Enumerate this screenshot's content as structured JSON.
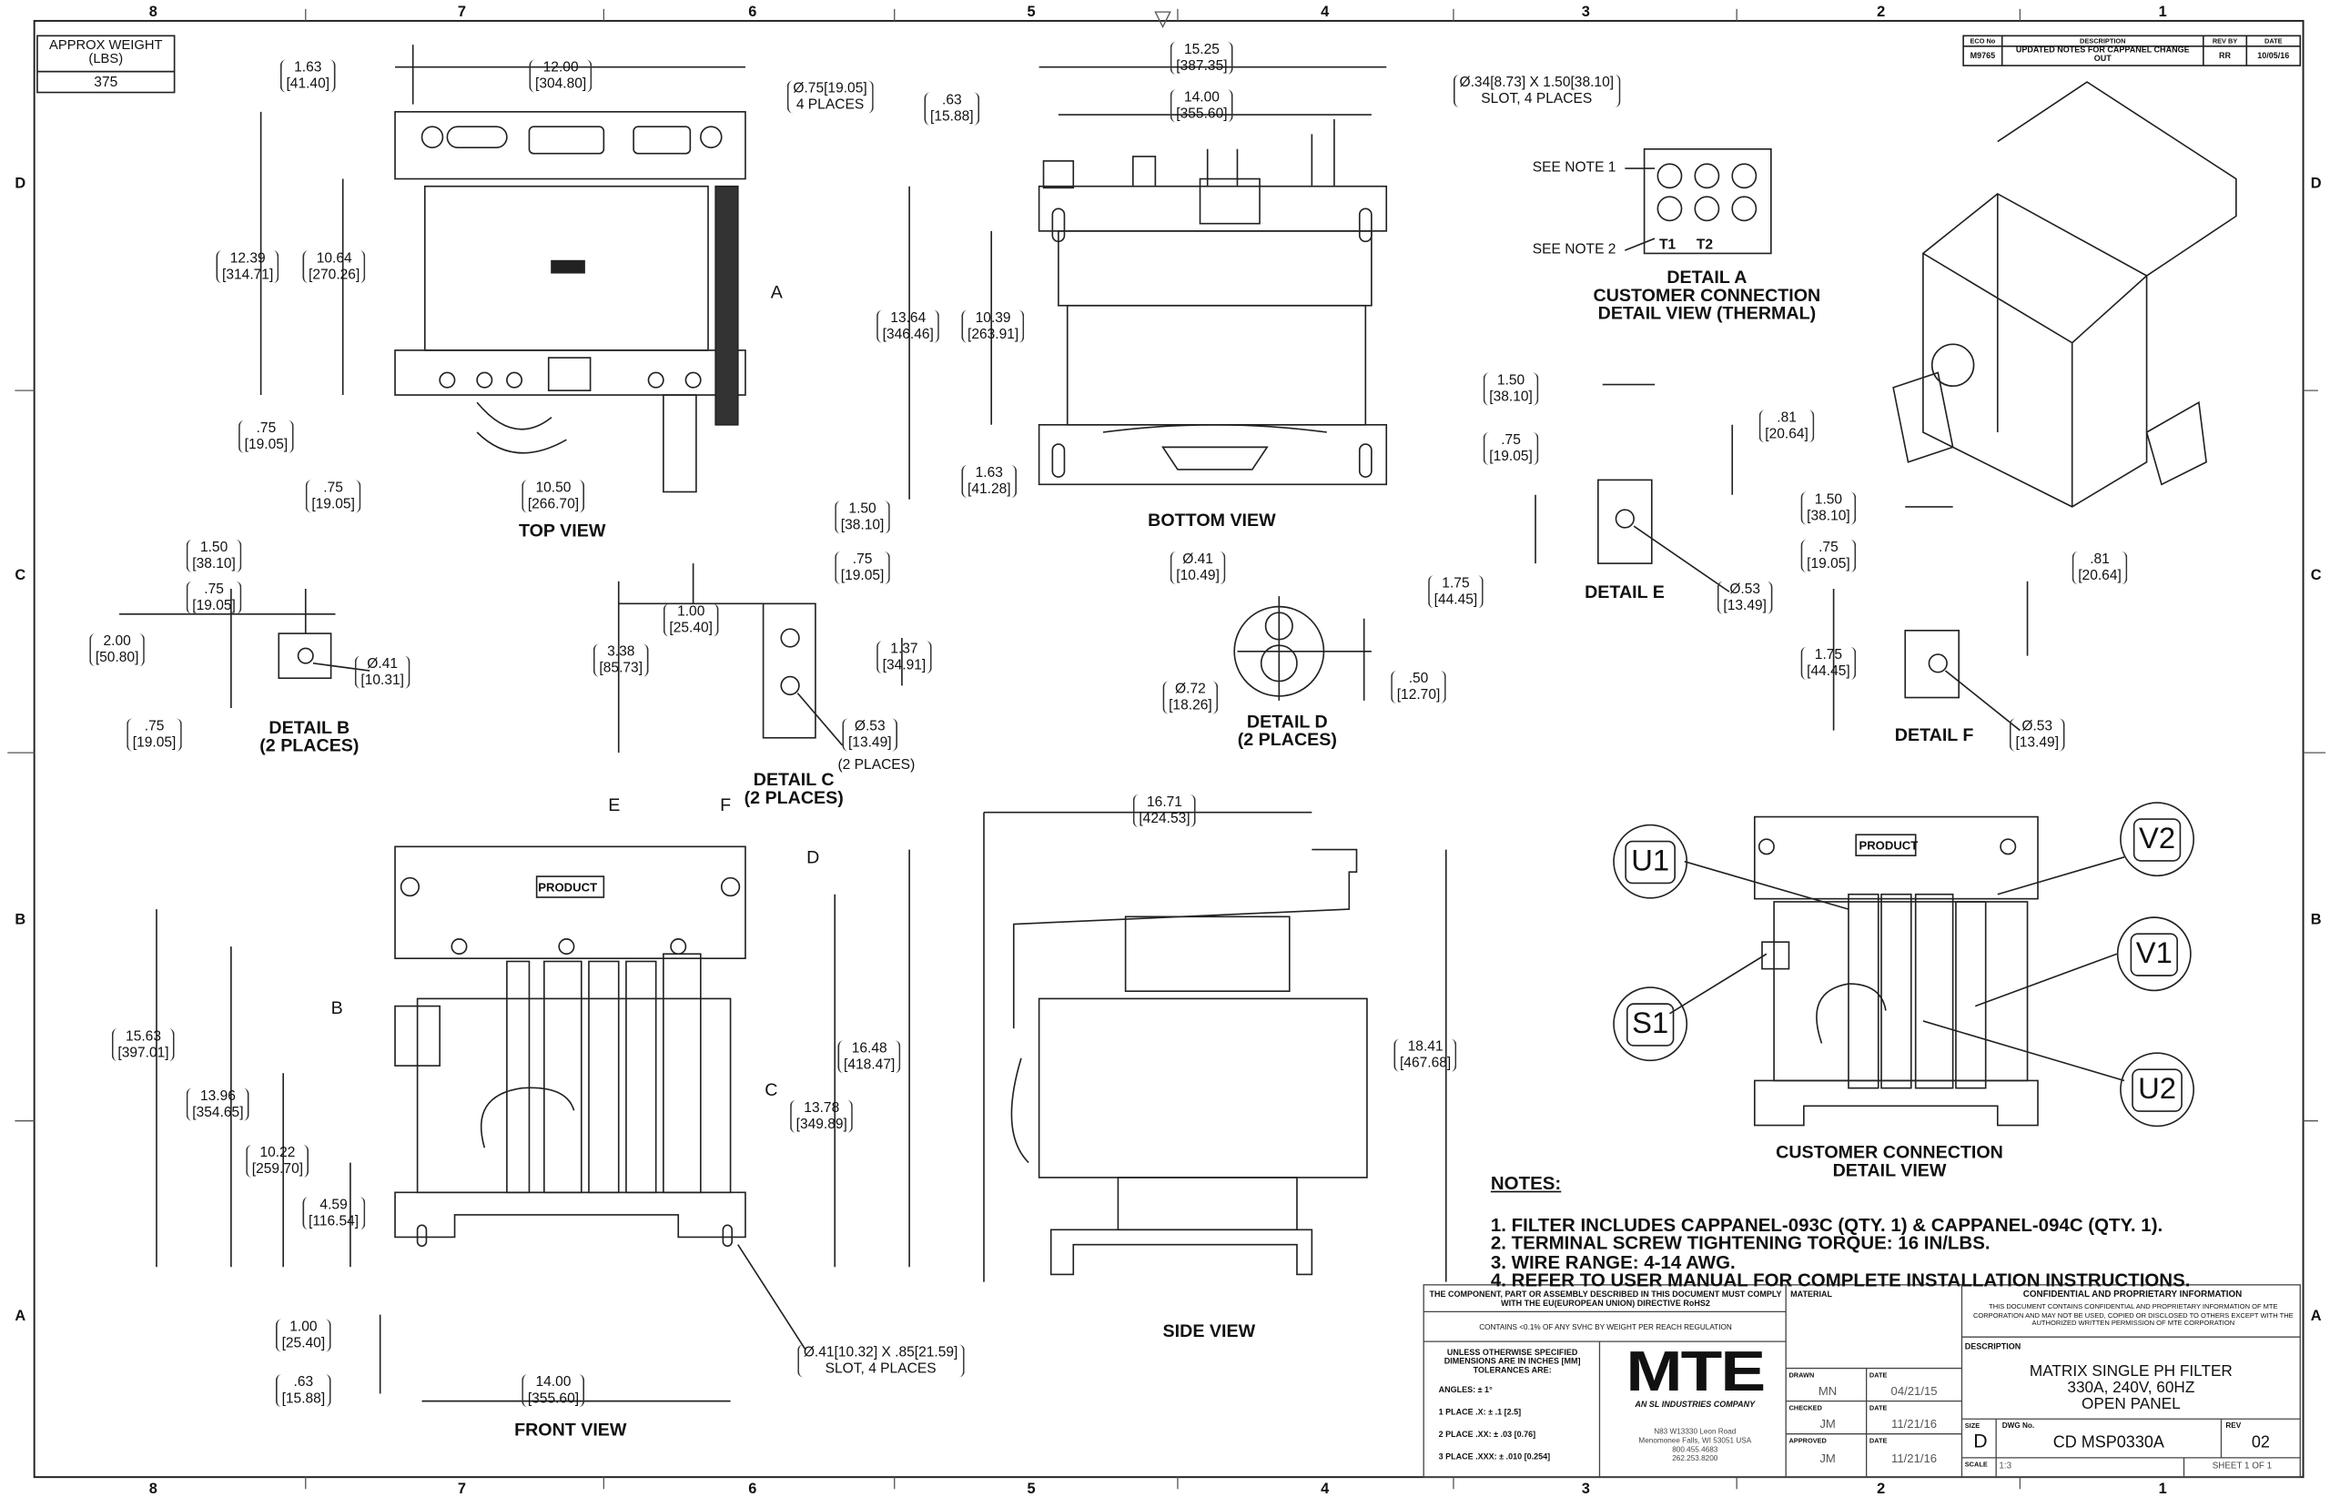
{
  "zones": {
    "columns": [
      "8",
      "7",
      "6",
      "5",
      "4",
      "3",
      "2",
      "1"
    ],
    "rows": [
      "D",
      "C",
      "B",
      "A"
    ]
  },
  "weight": {
    "label": "APPROX WEIGHT (LBS)",
    "value": "375"
  },
  "revision": {
    "headers": [
      "ECO No",
      "DESCRIPTION",
      "REV BY",
      "DATE"
    ],
    "row": [
      "M9765",
      "UPDATED NOTES FOR CAPPANEL CHANGE OUT",
      "RR",
      "10/05/16"
    ]
  },
  "views": {
    "top": "TOP VIEW",
    "bottom": "BOTTOM VIEW",
    "front": "FRONT VIEW",
    "side": "SIDE VIEW",
    "detail_a": [
      "DETAIL A",
      "CUSTOMER CONNECTION",
      "DETAIL VIEW (THERMAL)"
    ],
    "detail_b": [
      "DETAIL B",
      "(2 PLACES)"
    ],
    "detail_c": [
      "DETAIL C",
      "(2 PLACES)"
    ],
    "detail_d": [
      "DETAIL D",
      "(2 PLACES)"
    ],
    "detail_e": "DETAIL E",
    "detail_f": "DETAIL F",
    "customer": [
      "CUSTOMER CONNECTION",
      "DETAIL VIEW"
    ]
  },
  "callouts": {
    "see_note_1": "SEE NOTE 1",
    "see_note_2": "SEE NOTE 2",
    "t1": "T1",
    "t2": "T2",
    "hole_top": [
      "Ø.75[19.05]",
      "4 PLACES"
    ],
    "slot_bottom": [
      "Ø.34[8.73] X 1.50[38.10]",
      "SLOT, 4 PLACES"
    ],
    "slot_front": [
      "Ø.41[10.32] X .85[21.59]",
      "SLOT, 4 PLACES"
    ],
    "two_places": "(2 PLACES)",
    "letters": {
      "A": "A",
      "B": "B",
      "C": "C",
      "D": "D",
      "E": "E",
      "F": "F"
    },
    "product": "PRODUCT"
  },
  "balloons": [
    "U1",
    "V2",
    "S1",
    "V1",
    "U2"
  ],
  "dims": [
    {
      "in": "1.63",
      "mm": "[41.40]"
    },
    {
      "in": "12.00",
      "mm": "[304.80]"
    },
    {
      "in": "12.39",
      "mm": "[314.71]"
    },
    {
      "in": "10.64",
      "mm": "[270.26]"
    },
    {
      "in": ".75",
      "mm": "[19.05]"
    },
    {
      "in": ".75",
      "mm": "[19.05]"
    },
    {
      "in": "10.50",
      "mm": "[266.70]"
    },
    {
      "in": ".63",
      "mm": "[15.88]"
    },
    {
      "in": "15.25",
      "mm": "[387.35]"
    },
    {
      "in": "14.00",
      "mm": "[355.60]"
    },
    {
      "in": "13.64",
      "mm": "[346.46]"
    },
    {
      "in": "10.39",
      "mm": "[263.91]"
    },
    {
      "in": "1.63",
      "mm": "[41.28]"
    },
    {
      "in": "1.50",
      "mm": "[38.10]"
    },
    {
      "in": ".75",
      "mm": "[19.05]"
    },
    {
      "in": ".81",
      "mm": "[20.64]"
    },
    {
      "in": "1.75",
      "mm": "[44.45]"
    },
    {
      "in": "Ø.53",
      "mm": "[13.49]"
    },
    {
      "in": "1.50",
      "mm": "[38.10]"
    },
    {
      "in": ".75",
      "mm": "[19.05]"
    },
    {
      "in": ".81",
      "mm": "[20.64]"
    },
    {
      "in": "1.75",
      "mm": "[44.45]"
    },
    {
      "in": "Ø.53",
      "mm": "[13.49]"
    },
    {
      "in": "1.50",
      "mm": "[38.10]"
    },
    {
      "in": ".75",
      "mm": "[19.05]"
    },
    {
      "in": "2.00",
      "mm": "[50.80]"
    },
    {
      "in": "Ø.41",
      "mm": "[10.31]"
    },
    {
      "in": ".75",
      "mm": "[19.05]"
    },
    {
      "in": "1.50",
      "mm": "[38.10]"
    },
    {
      "in": ".75",
      "mm": "[19.05]"
    },
    {
      "in": "1.00",
      "mm": "[25.40]"
    },
    {
      "in": "3.38",
      "mm": "[85.73]"
    },
    {
      "in": "1.37",
      "mm": "[34.91]"
    },
    {
      "in": "Ø.53",
      "mm": "[13.49]"
    },
    {
      "in": "Ø.41",
      "mm": "[10.49]"
    },
    {
      "in": "Ø.72",
      "mm": "[18.26]"
    },
    {
      "in": ".50",
      "mm": "[12.70]"
    },
    {
      "in": "15.63",
      "mm": "[397.01]"
    },
    {
      "in": "13.96",
      "mm": "[354.65]"
    },
    {
      "in": "10.22",
      "mm": "[259.70]"
    },
    {
      "in": "4.59",
      "mm": "[116.54]"
    },
    {
      "in": "16.48",
      "mm": "[418.47]"
    },
    {
      "in": "13.78",
      "mm": "[349.89]"
    },
    {
      "in": "1.00",
      "mm": "[25.40]"
    },
    {
      "in": ".63",
      "mm": "[15.88]"
    },
    {
      "in": "14.00",
      "mm": "[355.60]"
    },
    {
      "in": "16.71",
      "mm": "[424.53]"
    },
    {
      "in": "18.41",
      "mm": "[467.68]"
    }
  ],
  "notes": {
    "title": "NOTES:",
    "items": [
      "1.  FILTER INCLUDES CAPPANEL-093C (QTY. 1) & CAPPANEL-094C (QTY. 1).",
      "2.  TERMINAL SCREW TIGHTENING TORQUE: 16 IN/LBS.",
      "3.  WIRE RANGE: 4-14 AWG.",
      "4.  REFER TO USER MANUAL FOR COMPLETE INSTALLATION INSTRUCTIONS."
    ]
  },
  "title_block": {
    "rohs": "THE COMPONENT, PART OR ASSEMBLY DESCRIBED IN THIS DOCUMENT MUST COMPLY WITH THE EU(EUROPEAN UNION) DIRECTIVE RoHS2",
    "reach": "CONTAINS <0.1% OF ANY SVHC BY WEIGHT PER REACH REGULATION",
    "tolerance_header": "UNLESS OTHERWISE SPECIFIED DIMENSIONS ARE IN INCHES [MM] TOLERANCES ARE:",
    "tolerances": [
      "ANGLES: ± 1°",
      "1 PLACE .X: ± .1 [2.5]",
      "2 PLACE .XX: ± .03 [0.76]",
      "3 PLACE .XXX: ± .010 [0.254]"
    ],
    "logo": "MTE",
    "logo_sub": "AN SL INDUSTRIES COMPANY",
    "address": [
      "N83 W13330 Leon Road",
      "Menomonee Falls, WI 53051 USA",
      "800.455.4683",
      "262.253.8200"
    ],
    "material_label": "MATERIAL",
    "drawn_label": "DRAWN",
    "drawn": "MN",
    "drawn_date": "04/21/15",
    "checked_label": "CHECKED",
    "checked": "JM",
    "checked_date": "11/21/16",
    "approved_label": "APPROVED",
    "approved": "JM",
    "approved_date": "11/21/16",
    "date_label": "DATE",
    "confidential_title": "CONFIDENTIAL AND PROPRIETARY INFORMATION",
    "confidential_text": "THIS DOCUMENT CONTAINS CONFIDENTIAL AND PROPRIETARY INFORMATION OF MTE CORPORATION AND MAY NOT BE USED, COPIED OR DISCLOSED TO OTHERS EXCEPT WITH THE AUTHORIZED WRITTEN PERMISSION OF MTE CORPORATION",
    "description_label": "DESCRIPTION",
    "description": [
      "MATRIX SINGLE PH FILTER",
      "330A, 240V, 60HZ",
      "OPEN PANEL"
    ],
    "size_label": "SIZE",
    "size": "D",
    "dwg_label": "DWG No.",
    "dwg": "CD MSP0330A",
    "rev_label": "REV",
    "rev": "02",
    "scale_label": "SCALE",
    "scale": "1:3",
    "sheet": "SHEET 1  OF 1"
  }
}
